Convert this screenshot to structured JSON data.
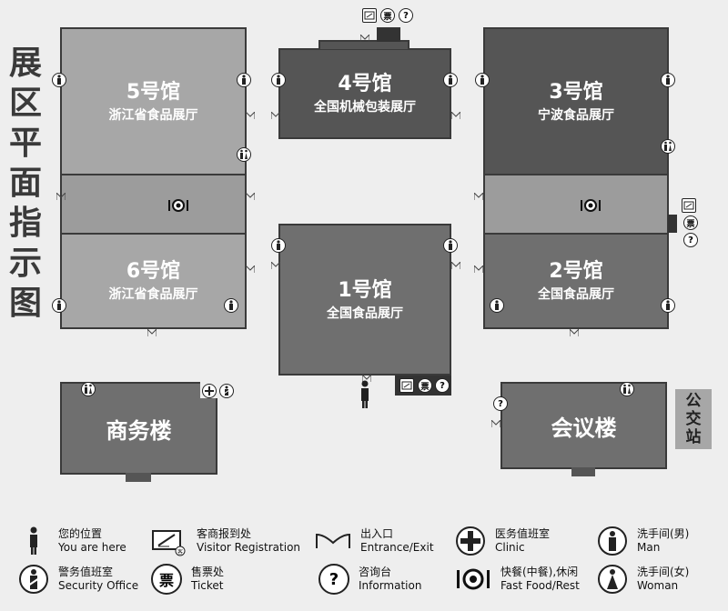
{
  "title": [
    "展",
    "区",
    "平",
    "面",
    "指",
    "示",
    "图"
  ],
  "halls": {
    "h5": {
      "num": "5号馆",
      "name": "浙江省食品展厅"
    },
    "h4": {
      "num": "4号馆",
      "name": "全国机械包装展厅"
    },
    "h3": {
      "num": "3号馆",
      "name": "宁波食品展厅"
    },
    "h6": {
      "num": "6号馆",
      "name": "浙江省食品展厅"
    },
    "h1": {
      "num": "1号馆",
      "name": "全国食品展厅"
    },
    "h2": {
      "num": "2号馆",
      "name": "全国食品展厅"
    },
    "business": {
      "name": "商务楼"
    },
    "conference": {
      "name": "会议楼"
    }
  },
  "bus_stop": [
    "公",
    "交",
    "站"
  ],
  "legend": [
    {
      "icon": "you-are-here-icon",
      "zh": "您的位置",
      "en": "You are here"
    },
    {
      "icon": "visitor-registration-icon",
      "zh": "客商报到处",
      "en": "Visitor Registration"
    },
    {
      "icon": "entrance-exit-icon",
      "zh": "出入口",
      "en": "Entrance/Exit"
    },
    {
      "icon": "clinic-icon",
      "zh": "医务值班室",
      "en": "Clinic"
    },
    {
      "icon": "man-toilet-icon",
      "zh": "洗手间(男)",
      "en": "Man"
    },
    {
      "icon": "security-office-icon",
      "zh": "警务值班室",
      "en": "Security Office"
    },
    {
      "icon": "ticket-icon",
      "zh": "售票处",
      "en": "Ticket"
    },
    {
      "icon": "information-icon",
      "zh": "咨询台",
      "en": "Information"
    },
    {
      "icon": "fast-food-icon",
      "zh": "快餐(中餐),休闲",
      "en": "Fast Food/Rest"
    },
    {
      "icon": "woman-toilet-icon",
      "zh": "洗手间(女)",
      "en": "Woman"
    }
  ],
  "glyphs": {
    "ticket": "票",
    "info": "?",
    "reg_small": "客"
  }
}
